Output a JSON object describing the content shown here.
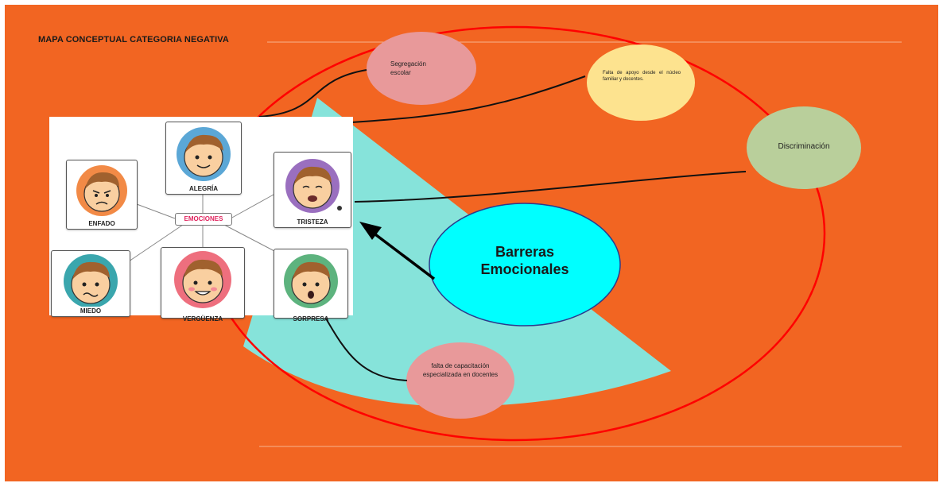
{
  "title": "MAPA CONCEPTUAL CATEGORIA NEGATIVA",
  "center_node": {
    "label_line1": "Barreras",
    "label_line2": "Emocionales",
    "color": "#00ffff"
  },
  "bubbles": {
    "segregacion": {
      "text": "Segregación escolar",
      "color": "#e8999a"
    },
    "falta_apoyo": {
      "text": "Falta de apoyo desde el núcleo familiar y docentes.",
      "color": "#fde38f"
    },
    "discriminacion": {
      "text": "Discriminación",
      "color": "#b9cf9b"
    },
    "capacitacion": {
      "text": "falta de capacitación especializada en docentes",
      "color": "#e8999a"
    }
  },
  "emotions_map": {
    "center_label": "EMOCIONES",
    "cards": [
      {
        "label": "ALEGRÍA",
        "color": "#5ba7d6"
      },
      {
        "label": "ENFADO",
        "color": "#f28a46"
      },
      {
        "label": "TRISTEZA",
        "color": "#9a6fbf"
      },
      {
        "label": "MIEDO",
        "color": "#3aa6ad"
      },
      {
        "label": "VERGÜENZA",
        "color": "#ee6f7e"
      },
      {
        "label": "SORPRESA",
        "color": "#5db37e"
      }
    ]
  },
  "colors": {
    "background": "#f26522",
    "ellipse": "#ff0000",
    "wedge": "#86e3da"
  }
}
